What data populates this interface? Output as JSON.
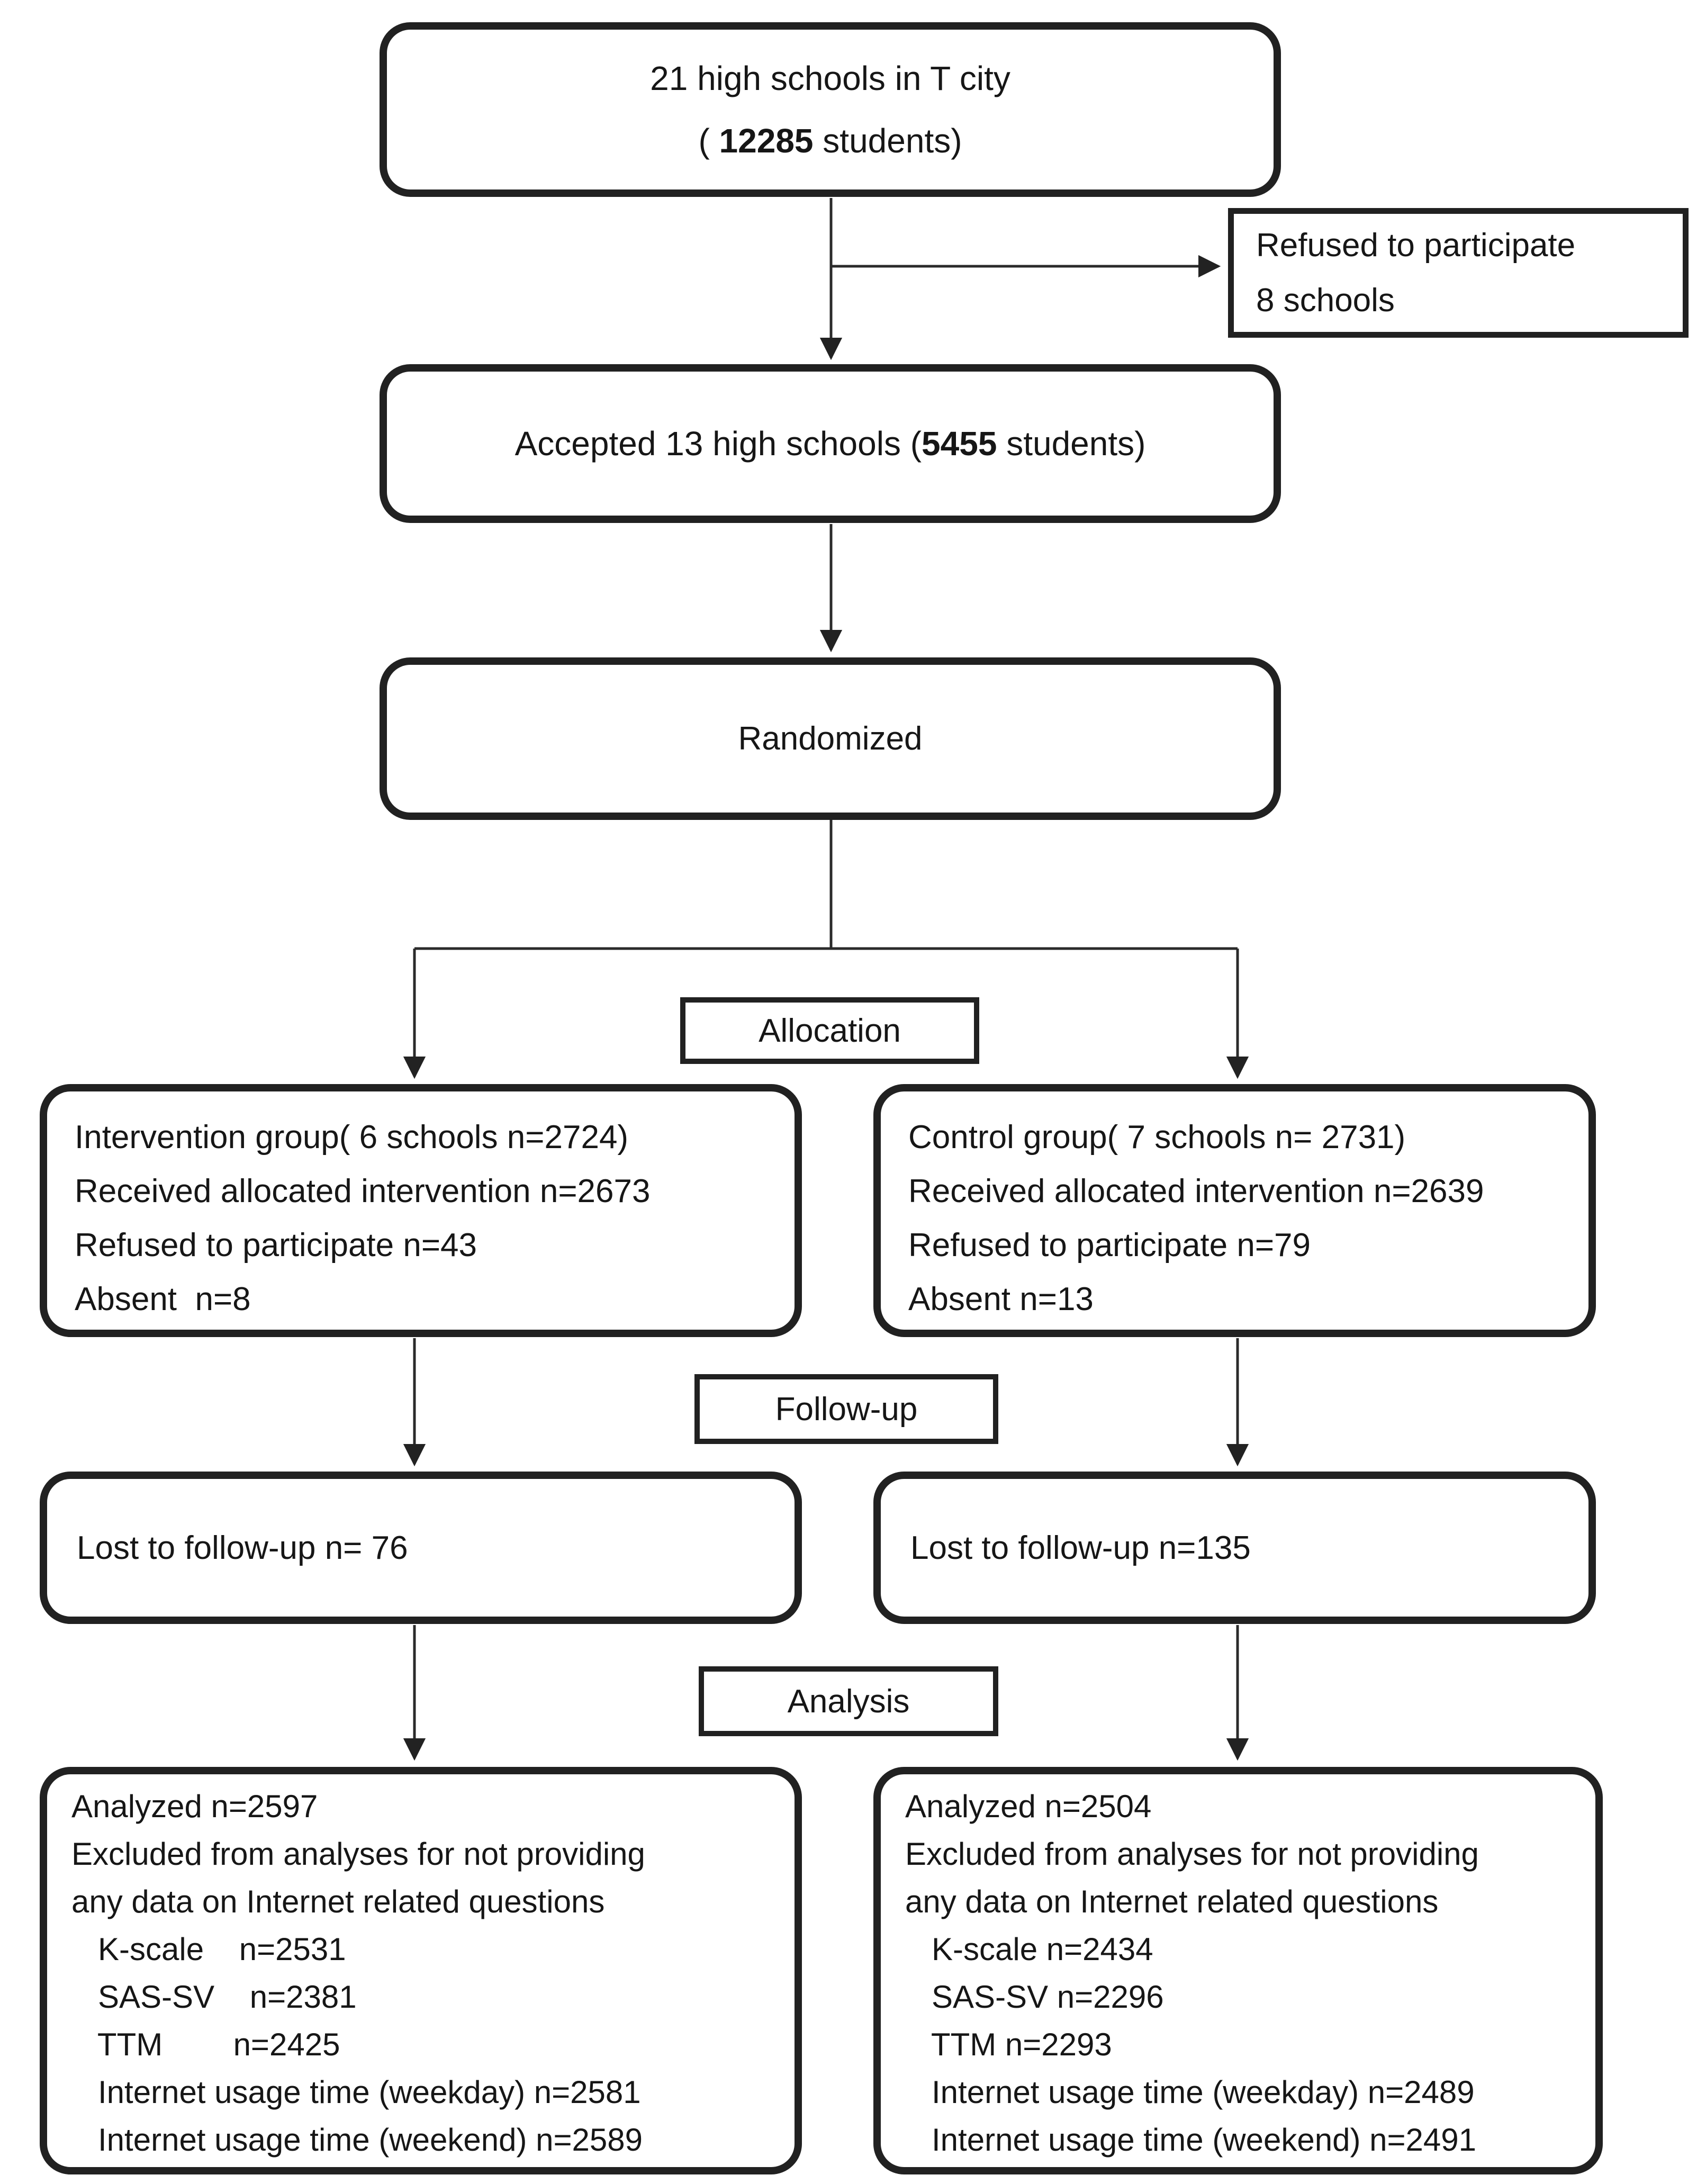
{
  "diagram": {
    "colors": {
      "border": "#212121",
      "text": "#161616",
      "line": "#2a2a2a",
      "background": "#ffffff"
    },
    "enrollment": {
      "top_box": {
        "line1": "21 high schools in T city",
        "paren_open": "( ",
        "count": "12285",
        "after_count": " students)"
      },
      "refused_box": {
        "line1": "Refused to participate",
        "line2": "8 schools"
      },
      "accepted_box": {
        "prefix": "Accepted 13 high schools (",
        "count": "5455",
        "suffix": " students)"
      },
      "randomized_box": {
        "label": "Randomized"
      }
    },
    "allocation": {
      "section_label": "Allocation",
      "intervention_box": {
        "lines": [
          "Intervention group( 6 schools n=2724)",
          "Received allocated intervention n=2673",
          "Refused to participate n=43",
          "Absent  n=8"
        ]
      },
      "control_box": {
        "lines": [
          "Control group( 7 schools n= 2731)",
          "Received allocated intervention n=2639",
          "Refused to participate n=79",
          "Absent n=13"
        ]
      }
    },
    "followup": {
      "section_label": "Follow-up",
      "intervention_box": {
        "text": "Lost to follow-up n= 76"
      },
      "control_box": {
        "text": "Lost to follow-up n=135"
      }
    },
    "analysis": {
      "section_label": "Analysis",
      "intervention_box": {
        "lines": [
          "Analyzed n=2597",
          "Excluded from analyses for not providing",
          "any data on Internet related questions",
          "   K-scale    n=2531",
          "   SAS-SV    n=2381",
          "   TTM        n=2425",
          "   Internet usage time (weekday) n=2581",
          "   Internet usage time (weekend) n=2589"
        ]
      },
      "control_box": {
        "lines": [
          "Analyzed n=2504",
          "Excluded from analyses for not providing",
          "any data on Internet related questions",
          "   K-scale n=2434",
          "   SAS-SV n=2296",
          "   TTM n=2293",
          "   Internet usage time (weekday) n=2489",
          "   Internet usage time (weekend) n=2491"
        ]
      }
    }
  }
}
